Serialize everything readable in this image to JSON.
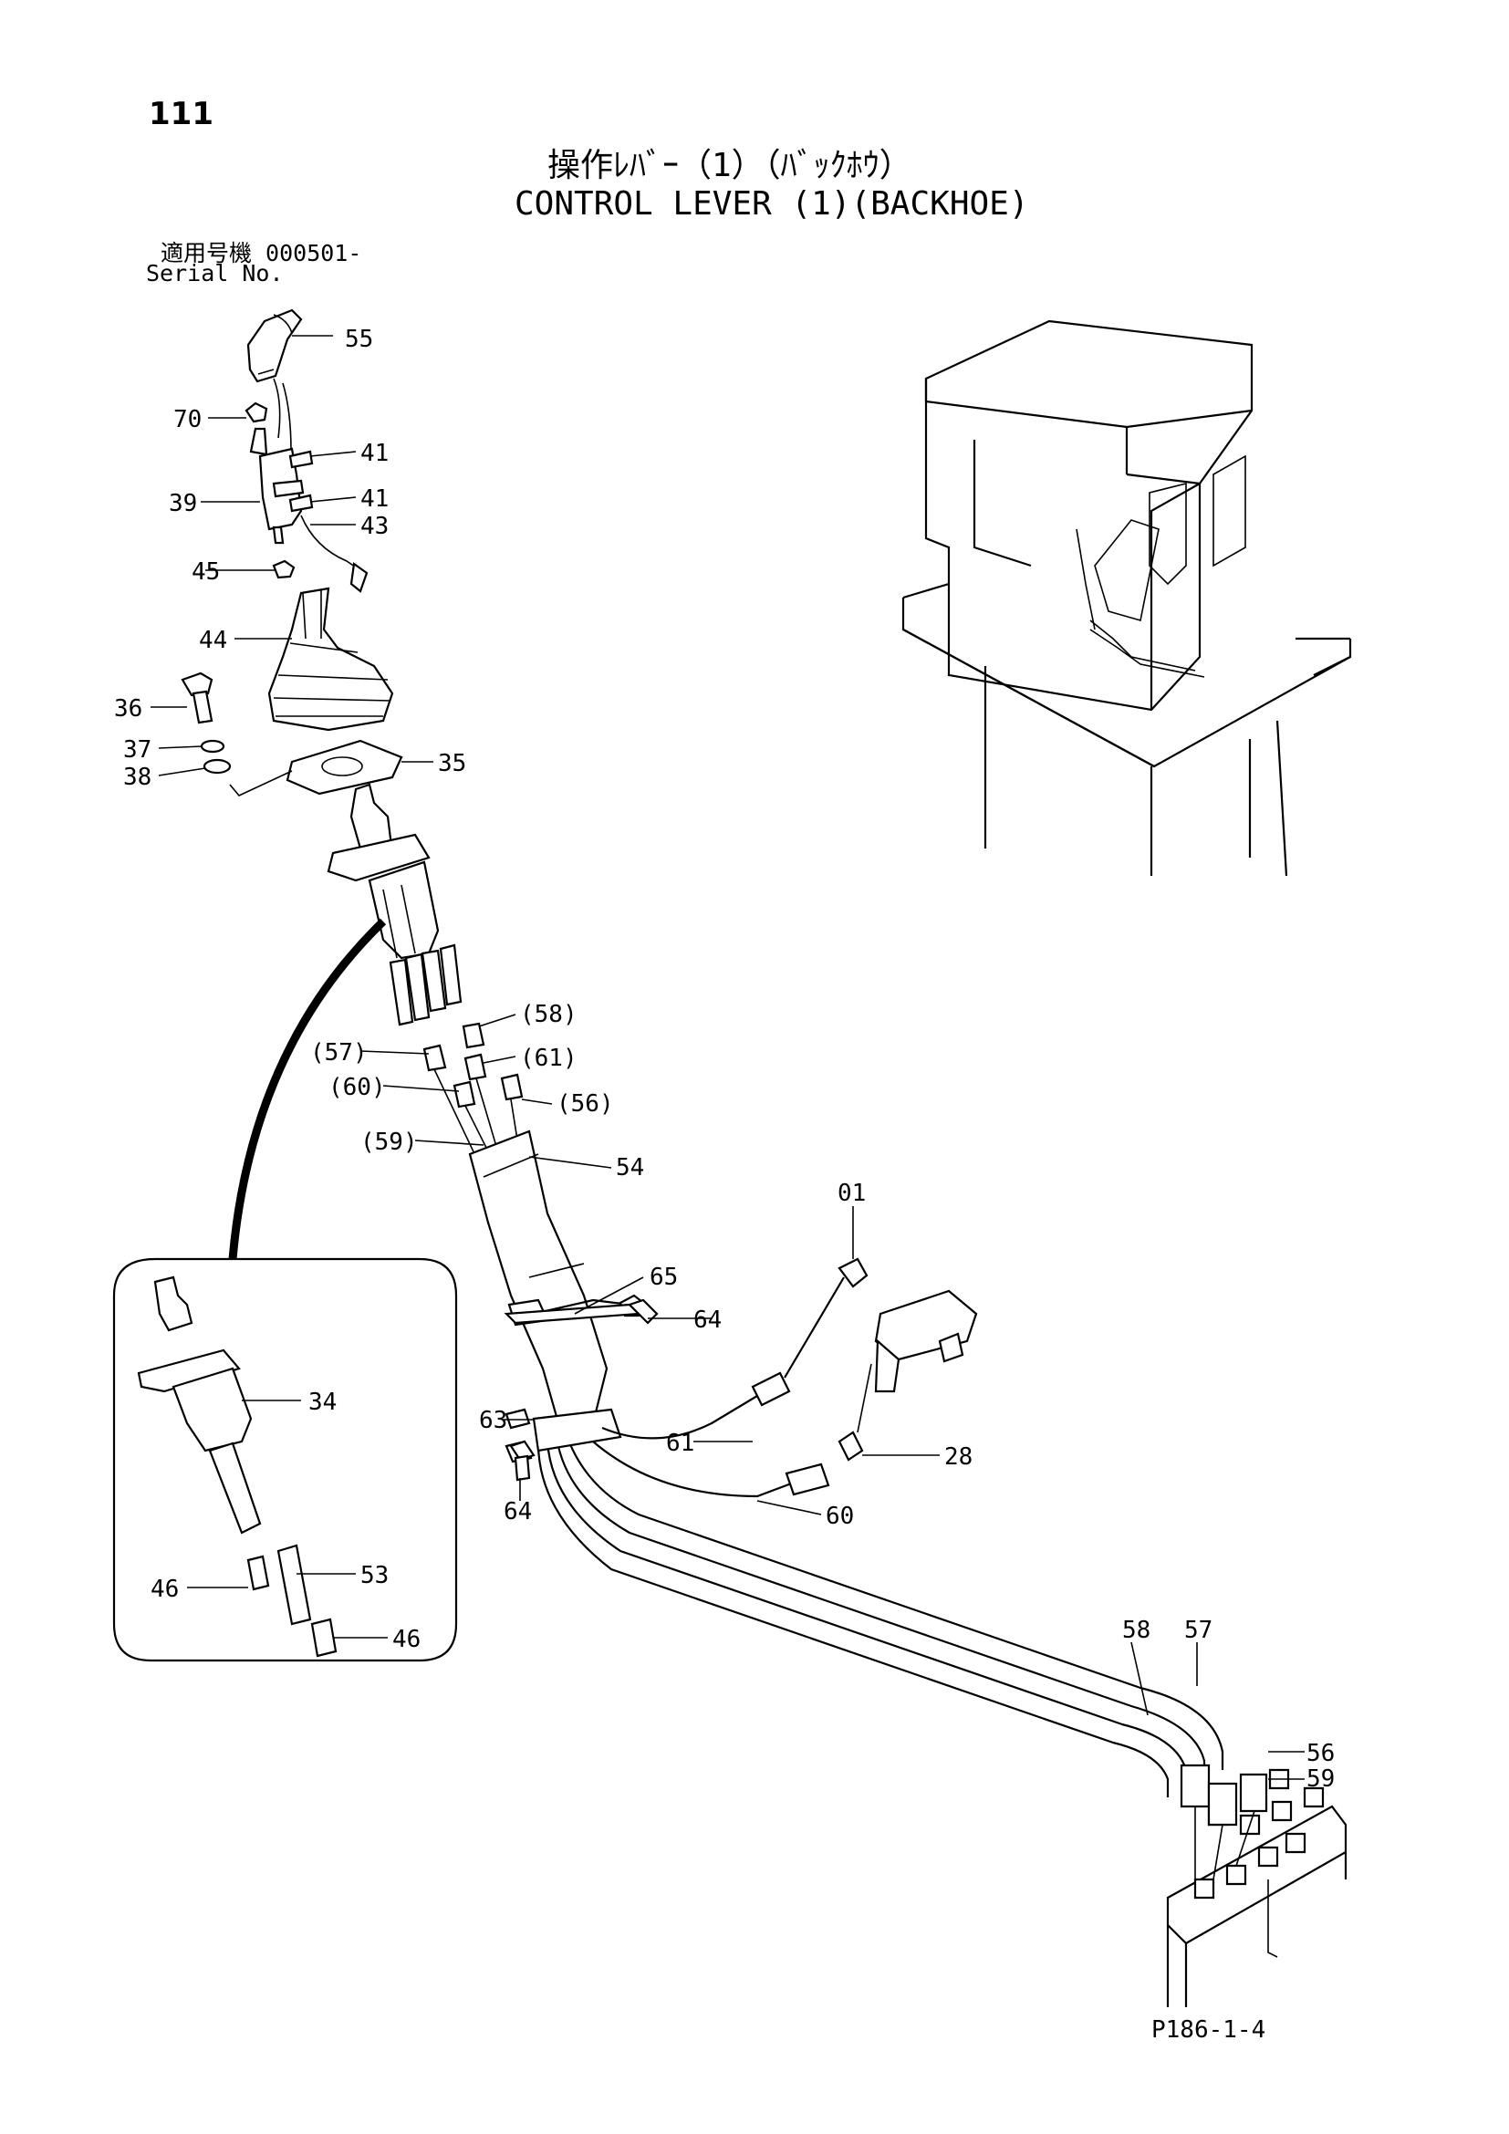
{
  "header": {
    "page_number": "111",
    "title_jp": "操作ﾚﾊﾞｰ（1）（ﾊﾞｯｸﾎｳ）",
    "title_en": "CONTROL LEVER (1)(BACKHOE)",
    "serial_label_jp": "適用号機  000501-",
    "serial_label_en": "Serial No."
  },
  "callouts": {
    "c55": "55",
    "c70": "70",
    "c41a": "41",
    "c39": "39",
    "c41b": "41",
    "c43": "43",
    "c45": "45",
    "c44": "44",
    "c36": "36",
    "c37": "37",
    "c38": "38",
    "c35": "35",
    "c58p": "(58)",
    "c57p": "(57)",
    "c61p": "(61)",
    "c60p": "(60)",
    "c56p": "(56)",
    "c59p": "(59)",
    "c54": "54",
    "c01": "01",
    "c65": "65",
    "c64a": "64",
    "c34": "34",
    "c63": "63",
    "c61": "61",
    "c28": "28",
    "c64b": "64",
    "c60": "60",
    "c46a": "46",
    "c53": "53",
    "c46b": "46",
    "c58": "58",
    "c57": "57",
    "c56": "56",
    "c59": "59"
  },
  "footer": {
    "code": "P186-1-4"
  }
}
